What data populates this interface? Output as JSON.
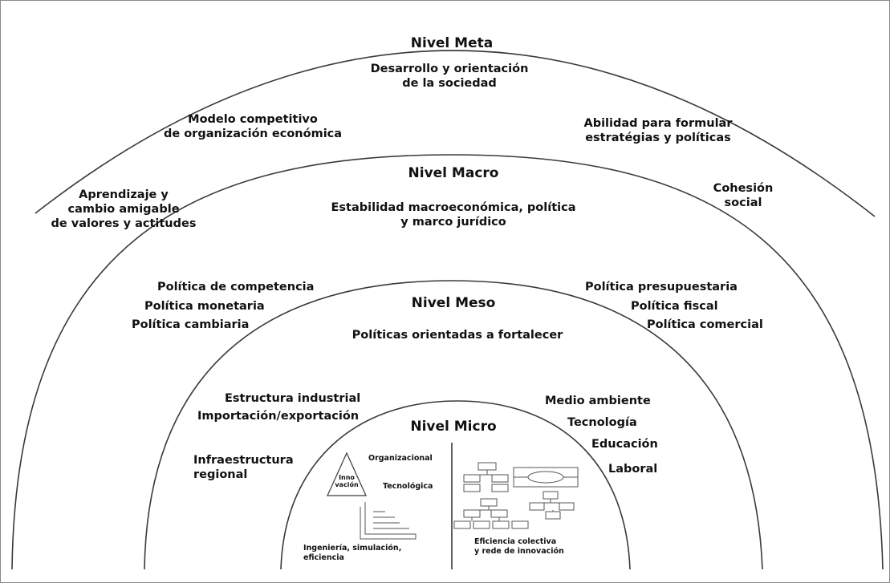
{
  "levels": {
    "meta": {
      "title": "Nivel Meta",
      "center": "Desarrollo y orientación\nde la sociedad",
      "left": "Modelo competitivo\nde organización económica",
      "right": "Abilidad para formular\nestratégias y políticas",
      "far_left": "Aprendizaje y\ncambio amigable\nde valores y actitudes",
      "far_right": "Cohesión\nsocial"
    },
    "macro": {
      "title": "Nivel Macro",
      "center": "Estabilidad macroeconómica, política\ny marco jurídico",
      "left_1": "Política de competencia",
      "left_2": "Política monetaria",
      "left_3": "Política cambiaria",
      "right_1": "Política presupuestaria",
      "right_2": "Política fiscal",
      "right_3": "Política comercial"
    },
    "meso": {
      "title": "Nivel Meso",
      "center": "Políticas orientadas a fortalecer",
      "left_1": "Estructura industrial",
      "left_2": "Importación/exportación",
      "left_3": "Infraestructura\nregional",
      "right_1": "Medio ambiente",
      "right_2": "Tecnología",
      "right_3": "Educación",
      "right_4": "Laboral"
    },
    "micro": {
      "title": "Nivel Micro",
      "triangle_label": "Inno\nvación",
      "organizational": "Organizacional",
      "technological": "Tecnológica",
      "left_bottom": "Ingeniería, simulación,\neficiencia",
      "right_bottom": "Eficiencia colectiva\ny rede de innovación"
    }
  },
  "colors": {
    "lines": "#3a3a3a",
    "text": "#111111",
    "border": "#8a8a8a"
  }
}
